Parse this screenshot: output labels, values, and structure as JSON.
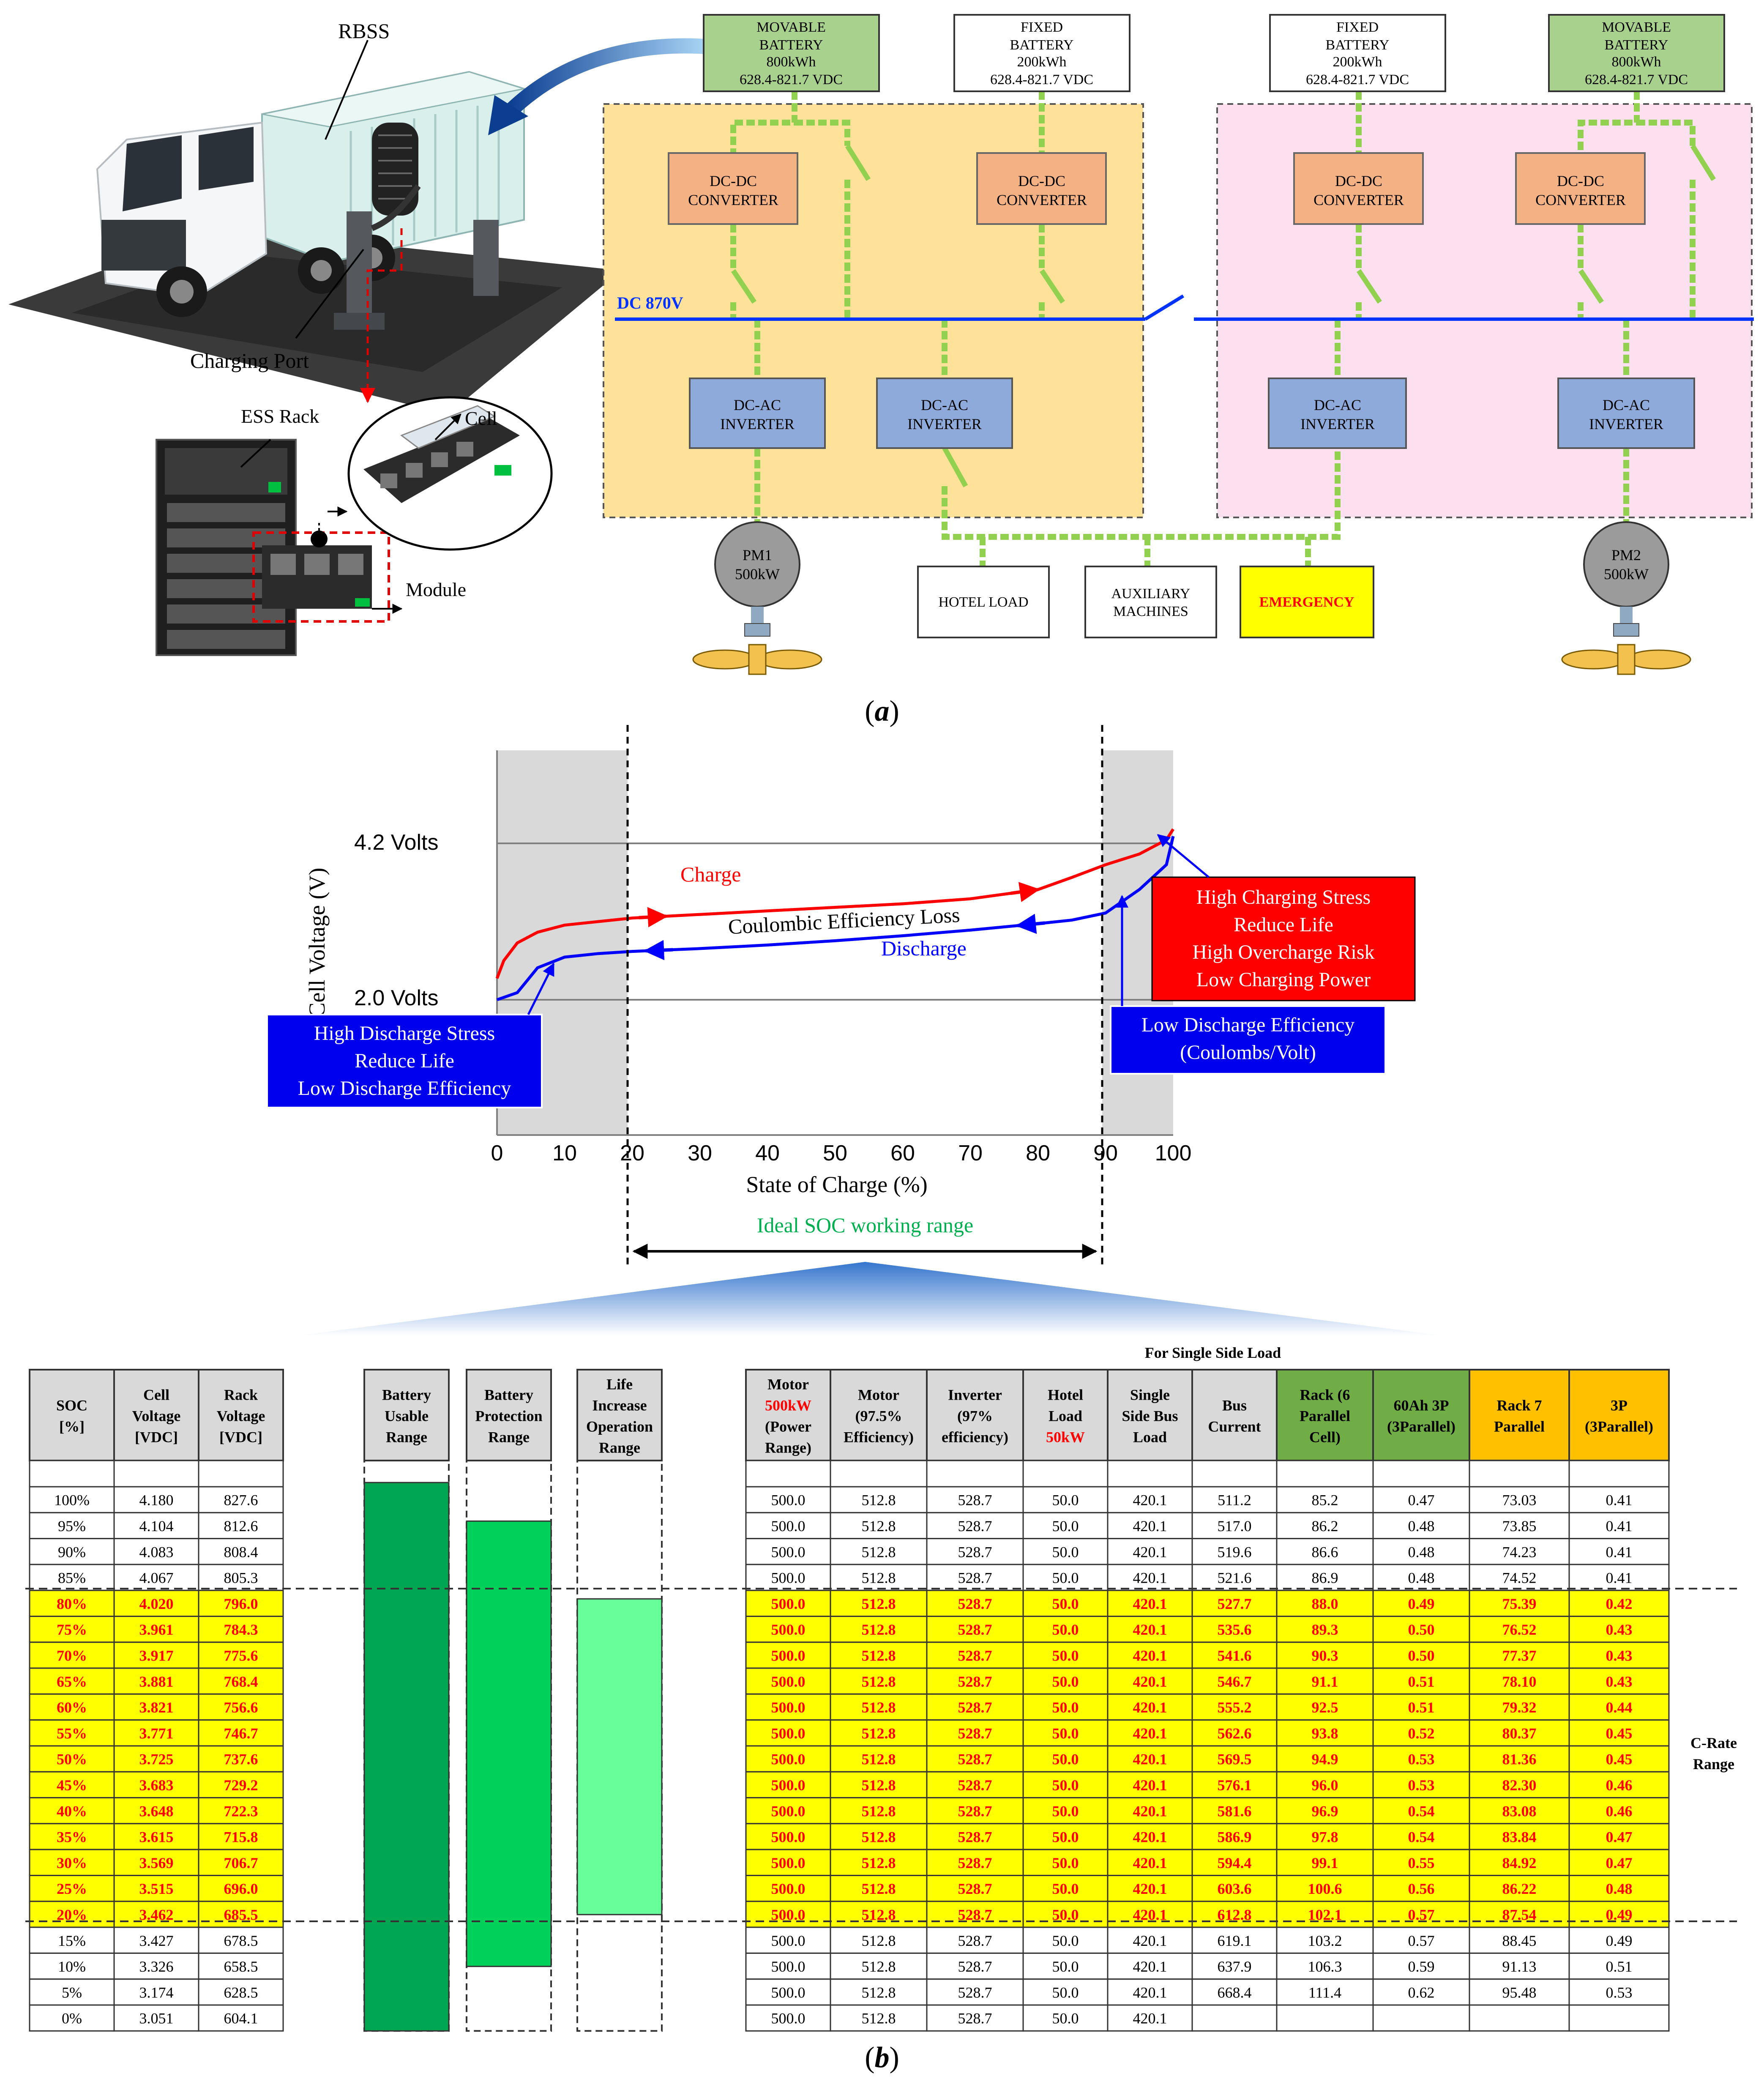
{
  "panel_a": {
    "caption": "(a)",
    "caption_letter": "a",
    "illustration": {
      "rbss_label": "RBSS",
      "charging_port_label": "Charging Port",
      "ess_rack_label": "ESS Rack",
      "cell_label": "Cell",
      "module_label": "Module"
    },
    "batteries": [
      {
        "type": "MOVABLE",
        "line2": "BATTERY",
        "capacity": "800kWh",
        "voltage": "628.4-821.7 VDC",
        "color": "#a9d18e"
      },
      {
        "type": "FIXED",
        "line2": "BATTERY",
        "capacity": "200kWh",
        "voltage": "628.4-821.7 VDC",
        "color": "#ffffff"
      },
      {
        "type": "FIXED",
        "line2": "BATTERY",
        "capacity": "200kWh",
        "voltage": "628.4-821.7 VDC",
        "color": "#ffffff"
      },
      {
        "type": "MOVABLE",
        "line2": "BATTERY",
        "capacity": "800kWh",
        "voltage": "628.4-821.7 VDC",
        "color": "#a9d18e"
      }
    ],
    "converter": {
      "line1": "DC-DC",
      "line2": "CONVERTER"
    },
    "inverter": {
      "line1": "DC-AC",
      "line2": "INVERTER"
    },
    "bus_label": "DC 870V",
    "motors": [
      {
        "name": "PM1",
        "power": "500kW"
      },
      {
        "name": "PM2",
        "power": "500kW"
      }
    ],
    "loads": {
      "hotel": "HOTEL LOAD",
      "auxiliary_1": "AUXILIARY",
      "auxiliary_2": "MACHINES",
      "emergency": "EMERGENCY"
    },
    "colors": {
      "left_zone": "#ffe299",
      "right_zone": "#fde0ef",
      "converter": "#f4b183",
      "inverter": "#8eaadb",
      "bus": "#0033ff",
      "dc_link": "#92d050",
      "emergency_fill": "#ffff00",
      "emergency_text": "#ff0000"
    }
  },
  "panel_b": {
    "caption": "(b)",
    "caption_letter": "b",
    "chart_data": {
      "type": "line",
      "xlabel": "State of Charge (%)",
      "ylabel": "Cell Voltage (V)",
      "xlim": [
        0,
        100
      ],
      "x_ticks": [
        "0",
        "10",
        "20",
        "30",
        "40",
        "50",
        "60",
        "70",
        "80",
        "90",
        "100"
      ],
      "y_ticks": [
        "2.0 Volts",
        "4.2 Volts"
      ],
      "series": [
        {
          "name": "Charge",
          "color": "#ff0000",
          "x": [
            0,
            1,
            3,
            6,
            10,
            15,
            20,
            30,
            40,
            50,
            60,
            70,
            80,
            85,
            90,
            95,
            99,
            100
          ],
          "y": [
            2.3,
            2.55,
            2.8,
            2.95,
            3.05,
            3.1,
            3.15,
            3.2,
            3.25,
            3.3,
            3.35,
            3.42,
            3.55,
            3.72,
            3.9,
            4.05,
            4.25,
            4.4
          ]
        },
        {
          "name": "Discharge",
          "color": "#0000ff",
          "x": [
            0,
            3,
            6,
            10,
            15,
            20,
            30,
            40,
            50,
            60,
            70,
            80,
            85,
            90,
            95,
            99,
            100
          ],
          "y": [
            2.0,
            2.1,
            2.45,
            2.6,
            2.65,
            2.68,
            2.72,
            2.77,
            2.83,
            2.9,
            2.98,
            3.07,
            3.12,
            3.22,
            3.55,
            3.9,
            4.3
          ]
        }
      ],
      "annotations": {
        "loss": "Coulombic Efficiency Loss",
        "ideal_range": "Ideal SOC working range",
        "high_discharge": [
          "High Discharge Stress",
          "Reduce Life",
          "Low Discharge Efficiency"
        ],
        "high_charge": [
          "High Charging Stress",
          "Reduce Life",
          "High Overcharge Risk",
          "Low Charging Power"
        ],
        "low_discharge": [
          "Low Discharge Efficiency",
          "(Coulombs/Volt)"
        ]
      },
      "shaded_regions": [
        [
          0,
          20
        ],
        [
          90,
          100
        ]
      ],
      "ideal_soc_range": [
        20,
        90
      ]
    },
    "table_title": "For Single Side Load",
    "c_rate_label_1": "C-Rate",
    "c_rate_label_2": "Range",
    "soc_table": {
      "headers": [
        [
          "SOC",
          "[%]"
        ],
        [
          "Cell",
          "Voltage",
          "[VDC]"
        ],
        [
          "Rack",
          "Voltage",
          "[VDC]"
        ]
      ],
      "rows": [
        [
          "100%",
          "4.180",
          "827.6"
        ],
        [
          "95%",
          "4.104",
          "812.6"
        ],
        [
          "90%",
          "4.083",
          "808.4"
        ],
        [
          "85%",
          "4.067",
          "805.3"
        ],
        [
          "80%",
          "4.020",
          "796.0"
        ],
        [
          "75%",
          "3.961",
          "784.3"
        ],
        [
          "70%",
          "3.917",
          "775.6"
        ],
        [
          "65%",
          "3.881",
          "768.4"
        ],
        [
          "60%",
          "3.821",
          "756.6"
        ],
        [
          "55%",
          "3.771",
          "746.7"
        ],
        [
          "50%",
          "3.725",
          "737.6"
        ],
        [
          "45%",
          "3.683",
          "729.2"
        ],
        [
          "40%",
          "3.648",
          "722.3"
        ],
        [
          "35%",
          "3.615",
          "715.8"
        ],
        [
          "30%",
          "3.569",
          "706.7"
        ],
        [
          "25%",
          "3.515",
          "696.0"
        ],
        [
          "20%",
          "3.462",
          "685.5"
        ],
        [
          "15%",
          "3.427",
          "678.5"
        ],
        [
          "10%",
          "3.326",
          "658.5"
        ],
        [
          "5%",
          "3.174",
          "628.5"
        ],
        [
          "0%",
          "3.051",
          "604.1"
        ]
      ]
    },
    "range_columns": [
      {
        "header": [
          "Battery",
          "Usable",
          "Range"
        ],
        "soc_from": 100,
        "soc_to": 0,
        "color": "#00a651"
      },
      {
        "header": [
          "Battery",
          "Protection",
          "Range"
        ],
        "soc_from": 95,
        "soc_to": 10,
        "color": "#00d15a"
      },
      {
        "header": [
          "Life",
          "Increase",
          "Operation",
          "Range"
        ],
        "soc_from": 80,
        "soc_to": 20,
        "color": "#66ff99"
      }
    ],
    "load_table": {
      "headers": [
        {
          "lines": [
            "Motor",
            "500kW",
            "(Power",
            "Range)"
          ],
          "red_line": 1,
          "fill": "#d9d9d9"
        },
        {
          "lines": [
            "Motor",
            "(97.5%",
            "Efficiency)"
          ],
          "fill": "#d9d9d9"
        },
        {
          "lines": [
            "Inverter",
            "(97%",
            "efficiency)"
          ],
          "fill": "#d9d9d9"
        },
        {
          "lines": [
            "Hotel",
            "Load",
            "50kW"
          ],
          "red_line": 2,
          "fill": "#d9d9d9"
        },
        {
          "lines": [
            "Single",
            "Side Bus",
            "Load"
          ],
          "fill": "#d9d9d9"
        },
        {
          "lines": [
            "Bus",
            "Current"
          ],
          "fill": "#d9d9d9"
        },
        {
          "lines": [
            "Rack (6",
            "Parallel",
            "Cell)"
          ],
          "fill": "#70ad47"
        },
        {
          "lines": [
            "60Ah 3P",
            "(3Parallel)"
          ],
          "fill": "#70ad47"
        },
        {
          "lines": [
            "Rack 7",
            "Parallel"
          ],
          "fill": "#ffc000"
        },
        {
          "lines": [
            "3P",
            "(3Parallel)"
          ],
          "fill": "#ffc000"
        }
      ],
      "rows": [
        [
          "500.0",
          "512.8",
          "528.7",
          "50.0",
          "420.1",
          "511.2",
          "85.2",
          "0.47",
          "73.03",
          "0.41"
        ],
        [
          "500.0",
          "512.8",
          "528.7",
          "50.0",
          "420.1",
          "517.0",
          "86.2",
          "0.48",
          "73.85",
          "0.41"
        ],
        [
          "500.0",
          "512.8",
          "528.7",
          "50.0",
          "420.1",
          "519.6",
          "86.6",
          "0.48",
          "74.23",
          "0.41"
        ],
        [
          "500.0",
          "512.8",
          "528.7",
          "50.0",
          "420.1",
          "521.6",
          "86.9",
          "0.48",
          "74.52",
          "0.41"
        ],
        [
          "500.0",
          "512.8",
          "528.7",
          "50.0",
          "420.1",
          "527.7",
          "88.0",
          "0.49",
          "75.39",
          "0.42"
        ],
        [
          "500.0",
          "512.8",
          "528.7",
          "50.0",
          "420.1",
          "535.6",
          "89.3",
          "0.50",
          "76.52",
          "0.43"
        ],
        [
          "500.0",
          "512.8",
          "528.7",
          "50.0",
          "420.1",
          "541.6",
          "90.3",
          "0.50",
          "77.37",
          "0.43"
        ],
        [
          "500.0",
          "512.8",
          "528.7",
          "50.0",
          "420.1",
          "546.7",
          "91.1",
          "0.51",
          "78.10",
          "0.43"
        ],
        [
          "500.0",
          "512.8",
          "528.7",
          "50.0",
          "420.1",
          "555.2",
          "92.5",
          "0.51",
          "79.32",
          "0.44"
        ],
        [
          "500.0",
          "512.8",
          "528.7",
          "50.0",
          "420.1",
          "562.6",
          "93.8",
          "0.52",
          "80.37",
          "0.45"
        ],
        [
          "500.0",
          "512.8",
          "528.7",
          "50.0",
          "420.1",
          "569.5",
          "94.9",
          "0.53",
          "81.36",
          "0.45"
        ],
        [
          "500.0",
          "512.8",
          "528.7",
          "50.0",
          "420.1",
          "576.1",
          "96.0",
          "0.53",
          "82.30",
          "0.46"
        ],
        [
          "500.0",
          "512.8",
          "528.7",
          "50.0",
          "420.1",
          "581.6",
          "96.9",
          "0.54",
          "83.08",
          "0.46"
        ],
        [
          "500.0",
          "512.8",
          "528.7",
          "50.0",
          "420.1",
          "586.9",
          "97.8",
          "0.54",
          "83.84",
          "0.47"
        ],
        [
          "500.0",
          "512.8",
          "528.7",
          "50.0",
          "420.1",
          "594.4",
          "99.1",
          "0.55",
          "84.92",
          "0.47"
        ],
        [
          "500.0",
          "512.8",
          "528.7",
          "50.0",
          "420.1",
          "603.6",
          "100.6",
          "0.56",
          "86.22",
          "0.48"
        ],
        [
          "500.0",
          "512.8",
          "528.7",
          "50.0",
          "420.1",
          "612.8",
          "102.1",
          "0.57",
          "87.54",
          "0.49"
        ],
        [
          "500.0",
          "512.8",
          "528.7",
          "50.0",
          "420.1",
          "619.1",
          "103.2",
          "0.57",
          "88.45",
          "0.49"
        ],
        [
          "500.0",
          "512.8",
          "528.7",
          "50.0",
          "420.1",
          "637.9",
          "106.3",
          "0.59",
          "91.13",
          "0.51"
        ],
        [
          "500.0",
          "512.8",
          "528.7",
          "50.0",
          "420.1",
          "668.4",
          "111.4",
          "0.62",
          "95.48",
          "0.53"
        ],
        [
          "500.0",
          "512.8",
          "528.7",
          "50.0",
          "420.1",
          "",
          "",
          "",
          "",
          ""
        ]
      ]
    },
    "highlight": {
      "first_row": 4,
      "last_row": 16,
      "fill": "#ffff00",
      "text": "#ff0000"
    }
  }
}
